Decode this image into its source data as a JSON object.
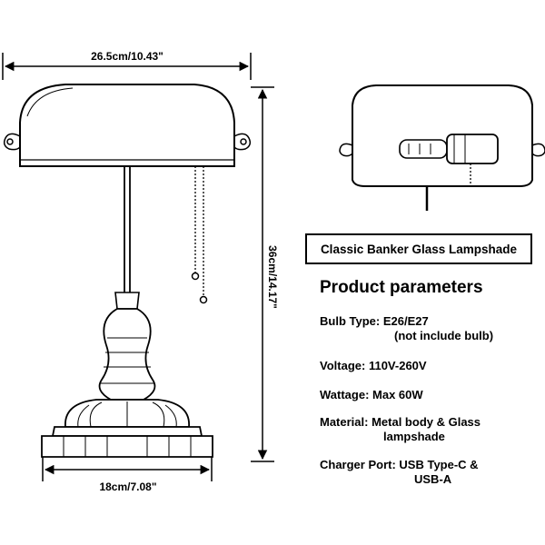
{
  "dimensions": {
    "shade_width": "26.5cm/10.43\"",
    "height": "36cm/14.17\"",
    "base_width": "18cm/7.08\""
  },
  "product": {
    "title": "Classic Banker Glass Lampshade",
    "params_heading": "Product parameters",
    "specs": [
      {
        "label": "Bulb Type:",
        "value": "E26/E27",
        "value_cont": "(not include bulb)"
      },
      {
        "label": "Voltage:",
        "value": "110V-260V",
        "value_cont": ""
      },
      {
        "label": "Wattage:",
        "value": "Max 60W",
        "value_cont": ""
      },
      {
        "label": "Material:",
        "value": "Metal body & Glass",
        "value_cont": "lampshade"
      },
      {
        "label": "Charger Port:",
        "value": "USB Type-C &",
        "value_cont": "USB-A"
      }
    ]
  },
  "icons": [
    "lamp-line-drawing",
    "bulb-detail-drawing"
  ]
}
